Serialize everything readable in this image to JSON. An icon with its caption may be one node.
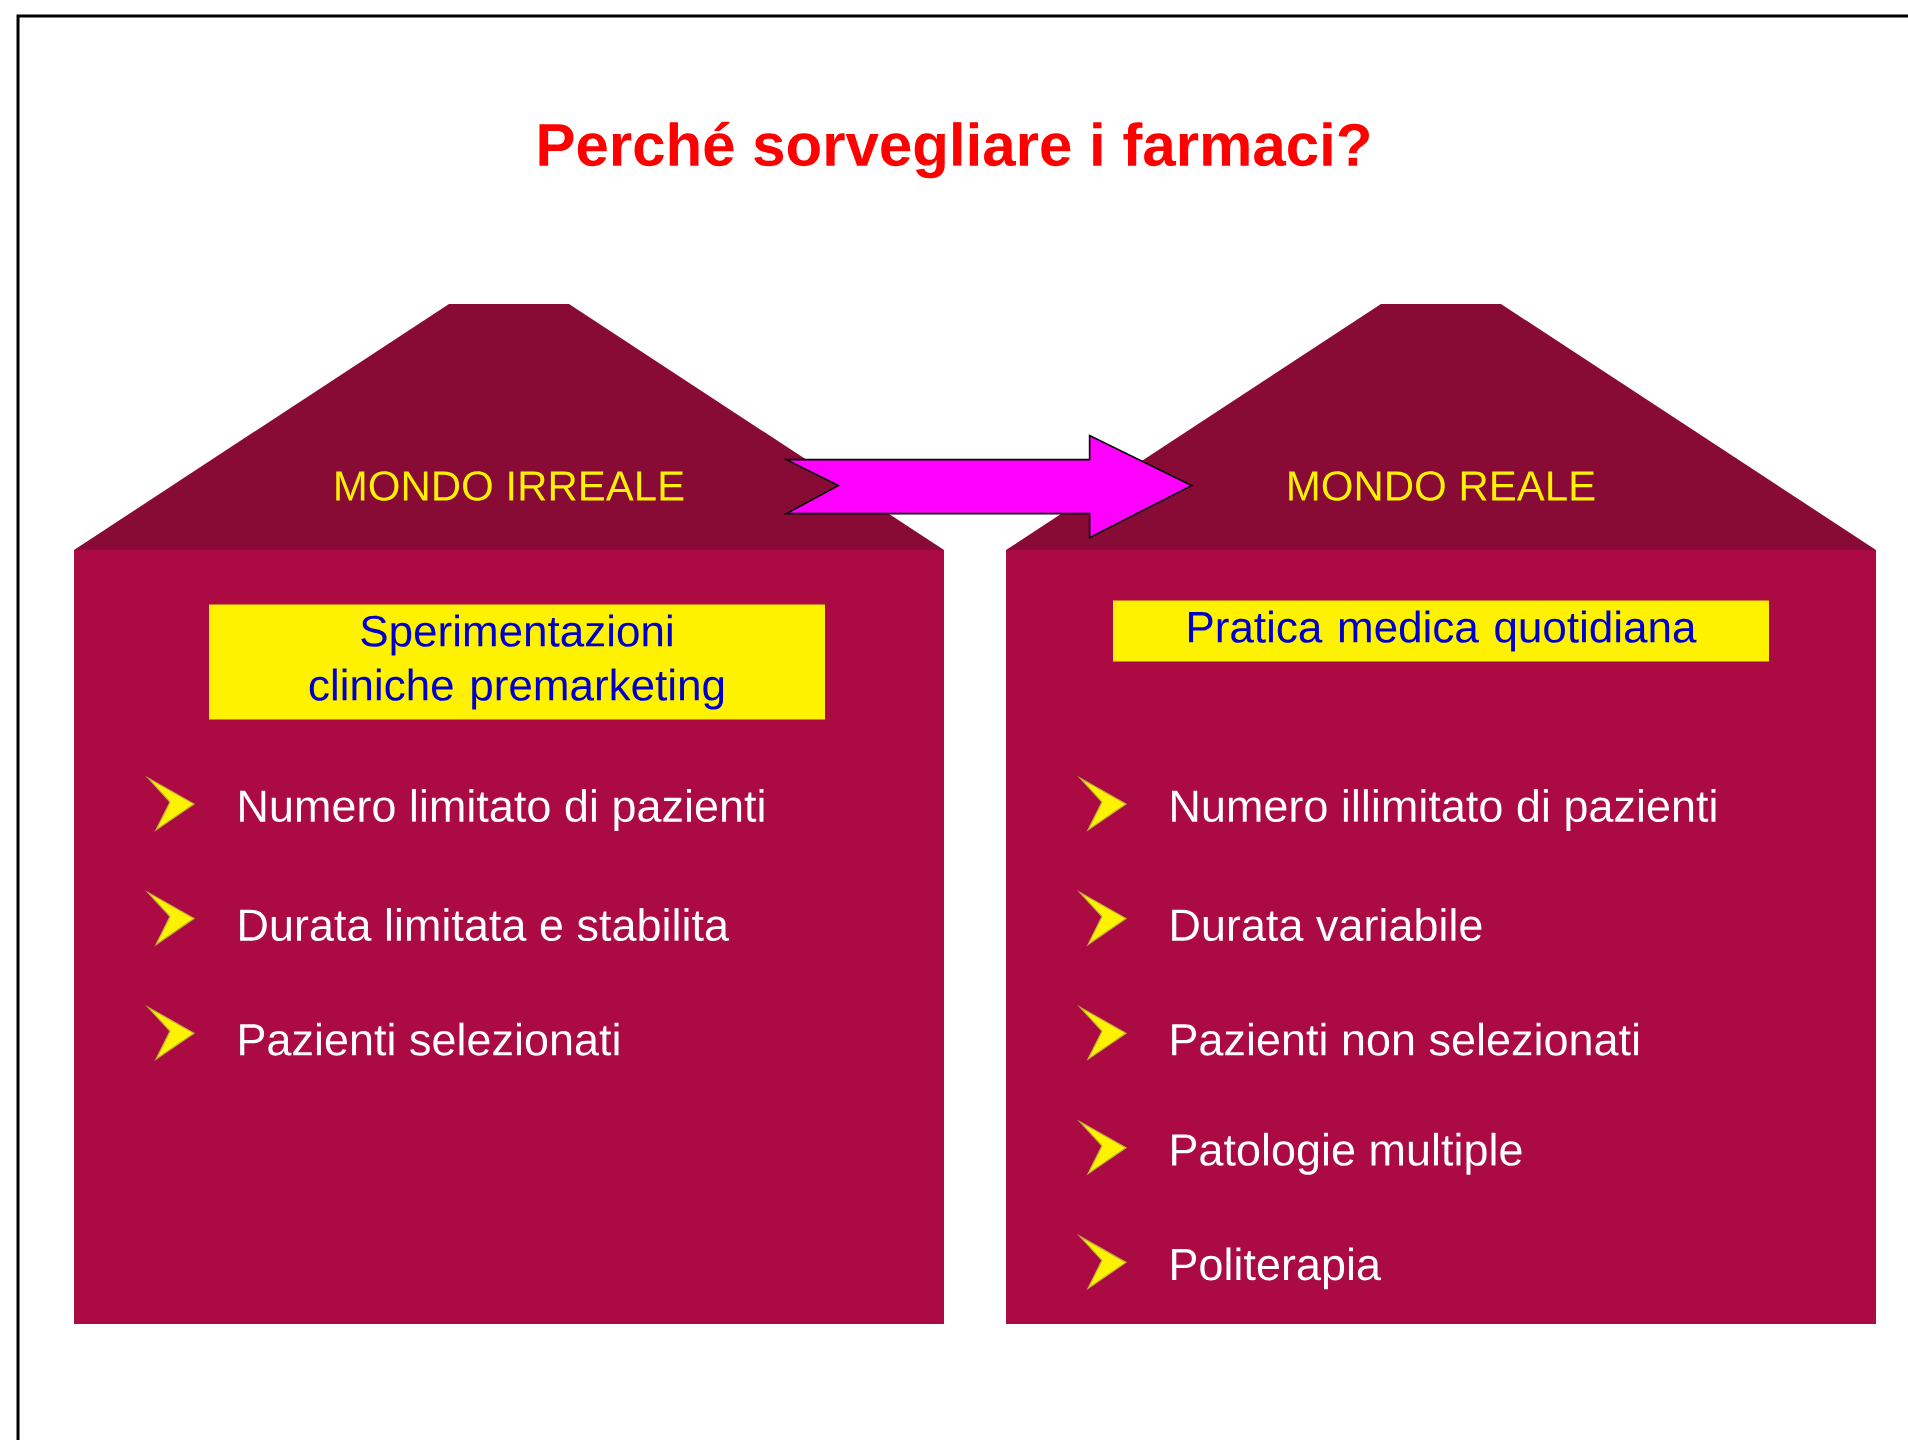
{
  "diagram": {
    "title": "Perché sorvegliare i farmaci?",
    "nodes": [
      {
        "text": [
          "MONDO IRREALE",
          "Numero limitato di pazienti",
          "Durata limitata e stabilita",
          "Pazienti selezionati"
        ]
      },
      {
        "text": [
          "Sperimentazioni cliniche premarketing"
        ],
        "in": 0
      },
      {
        "text": [
          "MONDO REALE",
          "Numero illimitato di pazienti",
          "Durata variabile",
          "Pazienti non selezionati",
          "Patologie multiple",
          "Politerapia"
        ]
      },
      {
        "text": [
          "Pratica medica quotidiana"
        ],
        "in": 2
      }
    ],
    "edges": [
      {
        "from": 0,
        "to": 2,
        "arrow": "to"
      }
    ]
  }
}
